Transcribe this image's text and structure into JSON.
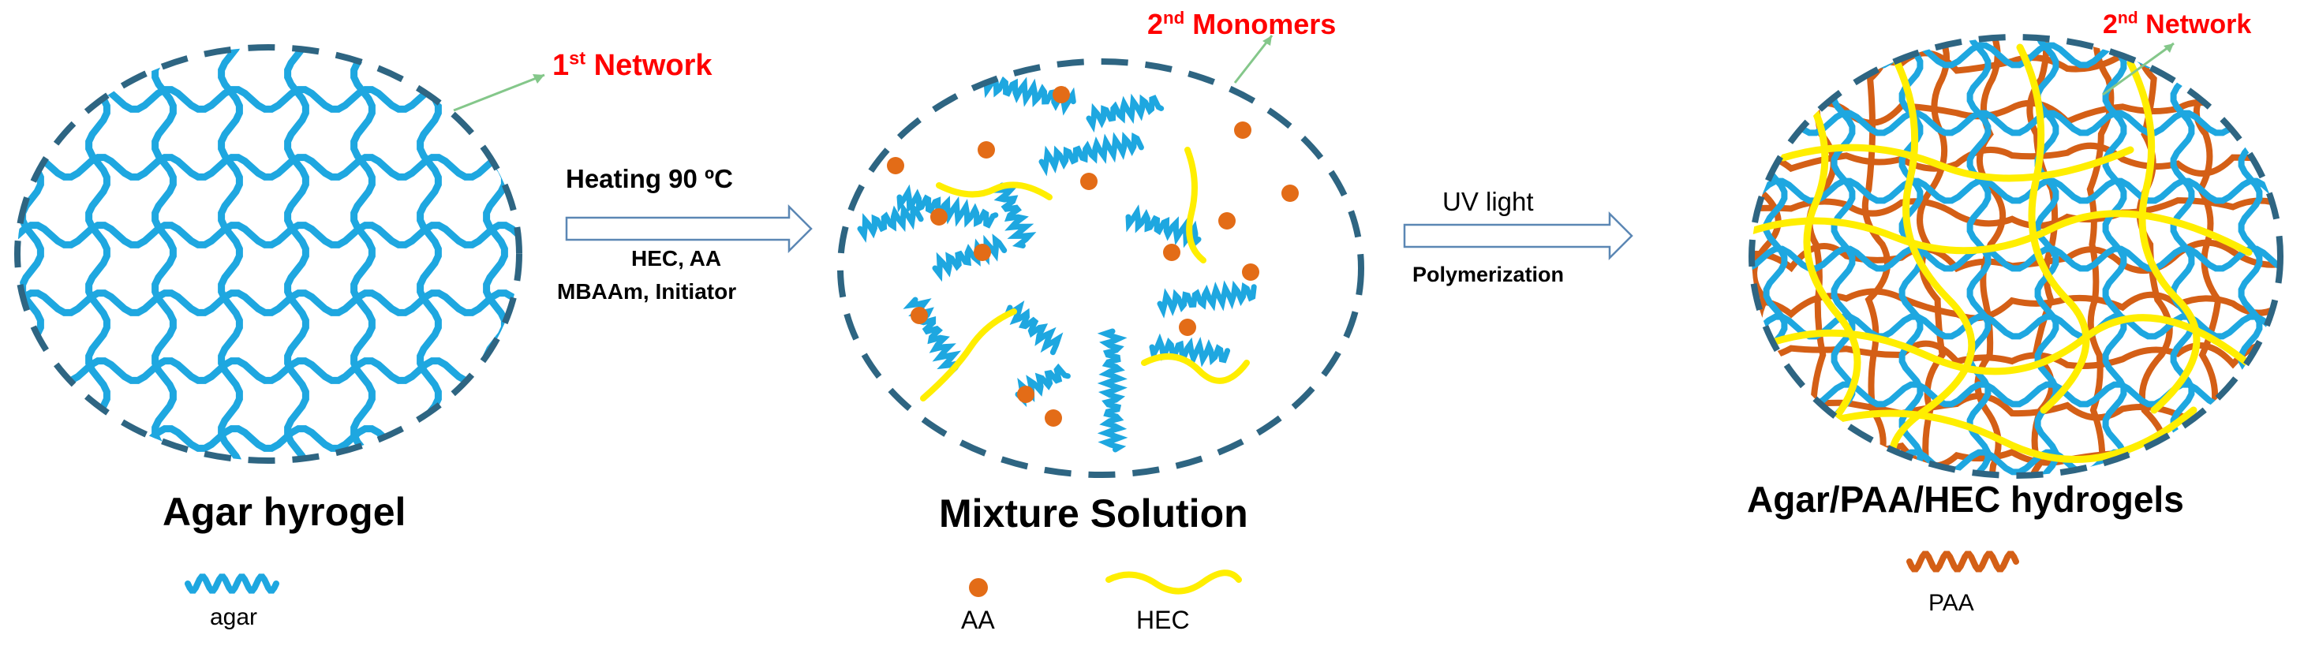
{
  "panels": {
    "agar_hydrogel": {
      "title": "Agar hyrogel",
      "network_label_num": "1",
      "network_label_sup": "st",
      "network_label_text": " Network",
      "legend_agar": "agar"
    },
    "mixture_solution": {
      "title": "Mixture Solution",
      "monomers_label_num": "2",
      "monomers_label_sup": "nd",
      "monomers_label_text": " Monomers",
      "legend_aa": "AA",
      "legend_hec": "HEC"
    },
    "final_hydrogel": {
      "title": "Agar/PAA/HEC hydrogels",
      "network_label_num": "2",
      "network_label_sup": "nd",
      "network_label_text": " Network",
      "legend_paa": "PAA"
    }
  },
  "arrows": {
    "step1": {
      "top_label": "Heating 90 ºC",
      "bottom_line1": "HEC, AA",
      "bottom_line2": "MBAAm, Initiator"
    },
    "step2": {
      "top_label": "UV light",
      "bottom_label": "Polymerization"
    }
  },
  "colors": {
    "agar": "#1ea7e0",
    "hec": "#ffee00",
    "paa": "#d45f16",
    "aa": "#e36c17",
    "circle": "#2e6582",
    "label": "#ff0000",
    "pointer": "#84c78a",
    "arrow": "#5b87b4"
  }
}
